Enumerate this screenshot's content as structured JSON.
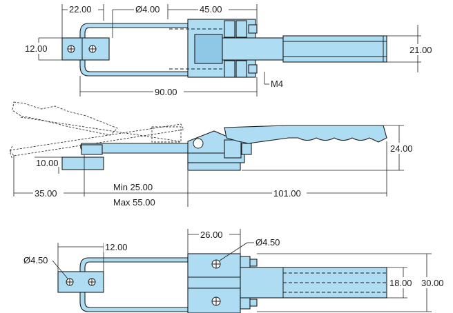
{
  "top_view": {
    "dims": {
      "d22": "22.00",
      "dia4": "Ø4.00",
      "d45": "45.00",
      "d12": "12.00",
      "d21": "21.00",
      "m4": "M4",
      "d90": "90.00"
    }
  },
  "side_view": {
    "dims": {
      "d24": "24.00",
      "d10": "10.00",
      "d35": "35.00",
      "min": "Min 25.00",
      "max": "Max 55.00",
      "d101": "101.00"
    }
  },
  "bottom_view": {
    "dims": {
      "d26": "26.00",
      "dia45a": "Ø4.50",
      "d12": "12.00",
      "dia45b": "Ø4.50",
      "d18": "18.00",
      "d30": "30.00"
    }
  },
  "colors": {
    "part_fill": "#aedcf2",
    "outline": "#1b1b1b"
  }
}
